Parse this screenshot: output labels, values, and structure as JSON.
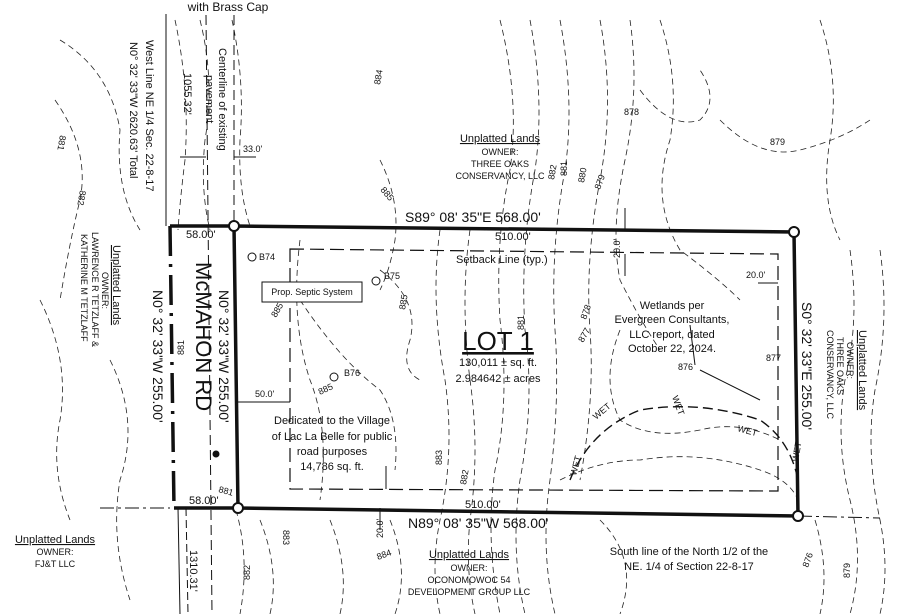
{
  "header_note": "with Brass Cap",
  "west_line": {
    "label": "West Line NE 1/4 Sec. 22-8-17",
    "bearing": "N0° 32' 33\"W  2620.63' Total",
    "distance_north": "1055.32'",
    "distance_south": "1310.31'"
  },
  "centerline": {
    "line1": "Centerline of existing",
    "line2": "pavement",
    "offset": "33.0'"
  },
  "road": {
    "name": "McMAHON RD",
    "width_north": "58.00'",
    "width_south": "58.00'",
    "east_bearing": "N0° 32' 33\"W  255.00'",
    "west_bearing": "N0° 32' 33\"W  255.00'",
    "dedication": [
      "Dedicated to the Village",
      "of Lac La Belle for public",
      "road purposes",
      "14,786 sq. ft."
    ],
    "setback_offset": "50.0'"
  },
  "lot": {
    "name": "LOT 1",
    "area_sqft": "130,011 ± sq. ft.",
    "area_acres": "2.984642 ± acres",
    "north_bearing": "S89° 08' 35\"E  568.00'",
    "north_setback_length": "510.00'",
    "south_bearing": "N89° 08' 35\"W  568.00'",
    "south_setback_length": "510.00'",
    "east_bearing": "S0° 32' 33\"E  255.00'",
    "setback_label": "Setback Line (typ.)",
    "setback_north": "20.0'",
    "setback_east": "20.0'",
    "setback_south": "20.0'"
  },
  "septic": {
    "label": "Prop. Septic System"
  },
  "borings": [
    "B74",
    "B75",
    "B76"
  ],
  "wetlands": {
    "note": [
      "Wetlands per",
      "Evergreen Consultants,",
      "LLC report, dated",
      "October 22, 2024."
    ],
    "tag": "WET"
  },
  "adjoiners": {
    "north": {
      "title": "Unplatted Lands",
      "owner_label": "OWNER:",
      "owner": [
        "THREE OAKS",
        "CONSERVANCY, LLC"
      ]
    },
    "east": {
      "title": "Unplatted Lands",
      "owner_label": "OWNER:",
      "owner": [
        "THREE OAKS",
        "CONSERVANCY, LLC"
      ]
    },
    "west": {
      "title": "Unplatted Lands",
      "owner_label": "OWNER:",
      "owner": [
        "LAWRENCE R TETZLAFF &",
        "KATHERINE M TETZLAFF"
      ]
    },
    "southwest": {
      "title": "Unplatted Lands",
      "owner_label": "OWNER:",
      "owner": [
        "FJ&T LLC"
      ]
    },
    "south": {
      "title": "Unplatted Lands",
      "owner_label": "OWNER:",
      "owner": [
        "OCONOMOWOC 54",
        "DEVELOPMENT GROUP LLC"
      ]
    }
  },
  "south_line": [
    "South line of the North 1/2 of the",
    "NE. 1/4 of Section 22-8-17"
  ],
  "contours": [
    "881",
    "882",
    "883",
    "884",
    "885",
    "876",
    "877",
    "878",
    "879",
    "880"
  ]
}
